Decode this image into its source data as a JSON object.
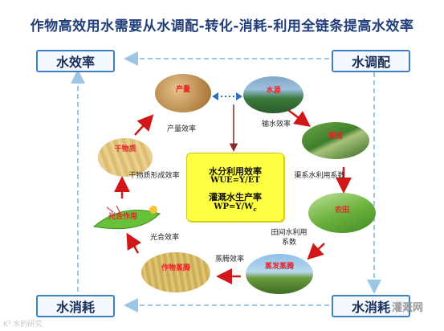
{
  "title": "作物高效用水需要从水调配-转化-消耗-利用全链条提高水效率",
  "corners": {
    "top_left": "水效率",
    "top_right": "水调配",
    "bottom_left": "水消耗",
    "bottom_right": "水消耗"
  },
  "nodes": {
    "yield": "产量",
    "source": "水源",
    "canal": "渠道",
    "field": "农田",
    "evap": "蒸发蒸腾",
    "crop": "作物蒸腾",
    "photo": "光合作用",
    "dry": "干物质"
  },
  "captions": {
    "yield_eff": "产量效率",
    "transport_eff": "输水效率",
    "canal_eff": "渠系水利用系数",
    "field_eff": [
      "田间水利用",
      "系数"
    ],
    "et_eff": "蒸腾效率",
    "photo_eff": "光合效率",
    "dry_eff": "干物质形成效率"
  },
  "center": {
    "line1": "水分利用效率",
    "line2": "WUE=Y/ET",
    "line3": "灌溉水生产率",
    "line4": "WP=Y/W",
    "line4_sub": "c"
  },
  "watermarks": {
    "left": "K² 水的研究",
    "right": "灌溉网"
  }
}
